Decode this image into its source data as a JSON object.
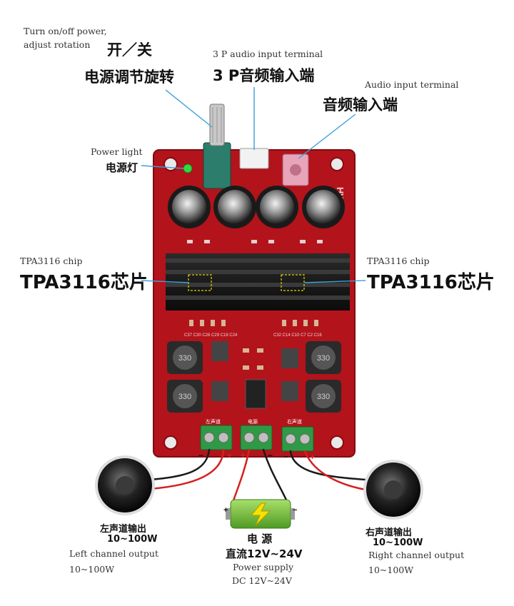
{
  "labels": {
    "knob_en_line1": "Turn on/off power,",
    "knob_en_line2": "adjust rotation",
    "knob_cn_switch": "开／关",
    "knob_cn_adjust": "电源调节旋转",
    "input3p_en": "3 P audio input terminal",
    "input3p_cn": "3 P音频输入端",
    "audio_in_en": "Audio input terminal",
    "audio_in_cn": "音频输入端",
    "power_light_en": "Power light",
    "power_light_cn": "电源灯",
    "chip_left_en": "TPA3116 chip",
    "chip_left_cn": "TPA3116芯片",
    "chip_right_en": "TPA3116 chip",
    "chip_right_cn": "TPA3116芯片",
    "left_out_cn": "左声道输出",
    "left_out_range": "10~100W",
    "left_out_en": "Left channel output",
    "left_out_en_range": "10~100W",
    "right_out_cn": "右声道输出",
    "right_out_range": "10~100W",
    "right_out_en": "Right channel output",
    "right_out_en_range": "10~100W",
    "power_cn": "电 源",
    "power_dc_cn": "直流12V~24V",
    "power_en": "Power supply",
    "power_dc_en": "DC 12V~24V"
  },
  "board": {
    "brand_mark": "HW",
    "terminal_left": "左声道",
    "terminal_mid": "电源",
    "terminal_right": "右声道",
    "inductor_code": "330",
    "cap_row_left": "C37 C30 C26 C29 C18 C24",
    "cap_row_right": "C32 C14 C10 C7 C2 C16"
  },
  "polarity": {
    "minus": "−",
    "plus": "+"
  },
  "colors": {
    "pcb": "#b3131b",
    "pcb_dark": "#7d0c12",
    "heatsink": "#151515",
    "terminal": "#2f9a45",
    "wire_red": "#d62020",
    "wire_black": "#1a1a1a",
    "leader": "#3aa0d8",
    "battery": "#7dc242"
  }
}
